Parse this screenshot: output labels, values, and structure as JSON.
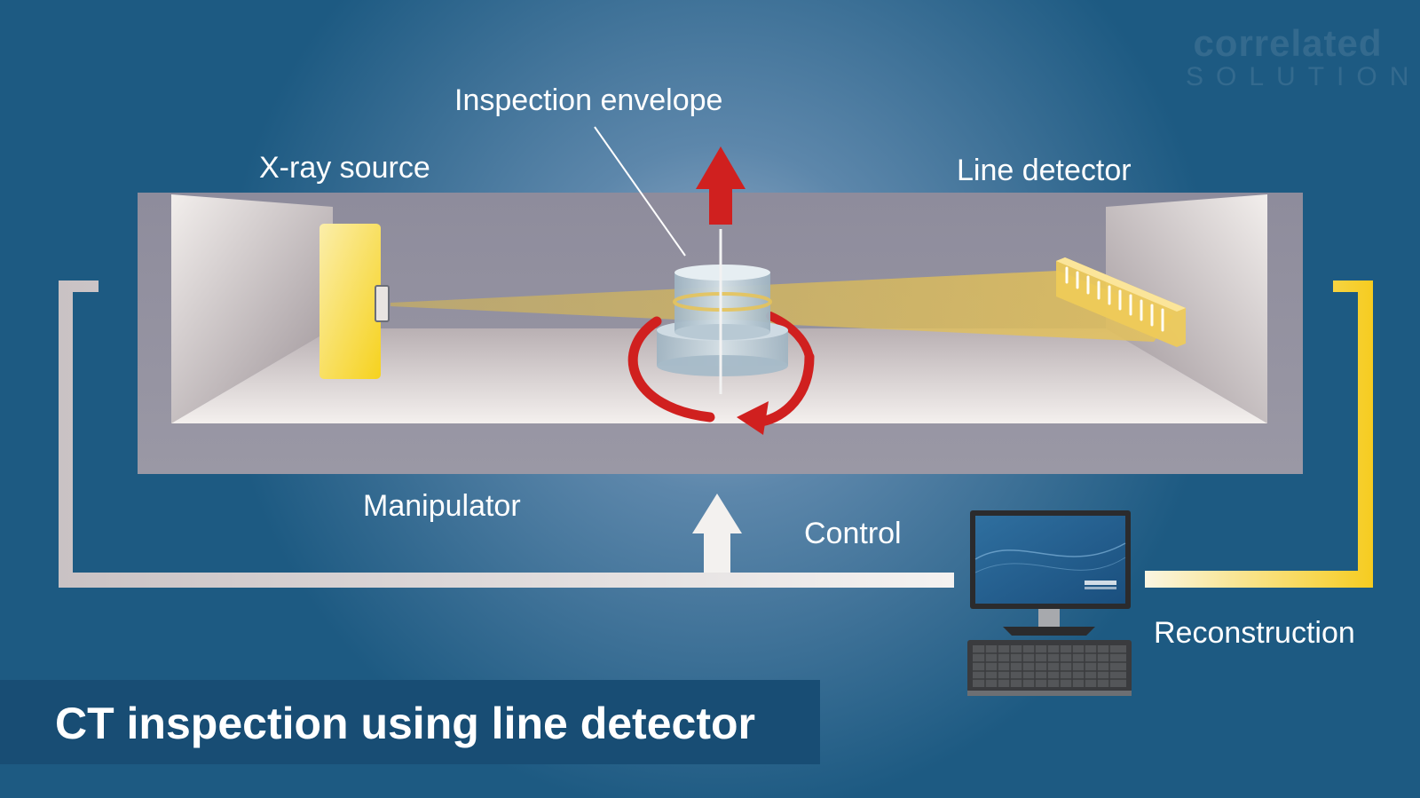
{
  "labels": {
    "inspection_envelope": "Inspection envelope",
    "xray_source": "X-ray source",
    "line_detector": "Line detector",
    "manipulator": "Manipulator",
    "control": "Control",
    "reconstruction": "Reconstruction"
  },
  "title": "CT inspection using line detector",
  "logo": {
    "line1": "correlated",
    "line2": "SOLUTIONS"
  },
  "colors": {
    "background": "#1d5a82",
    "banner": "#184d74",
    "arrow_red": "#d0201f",
    "source_yellow": "#f6d21e",
    "beam": "#d8b84e"
  }
}
